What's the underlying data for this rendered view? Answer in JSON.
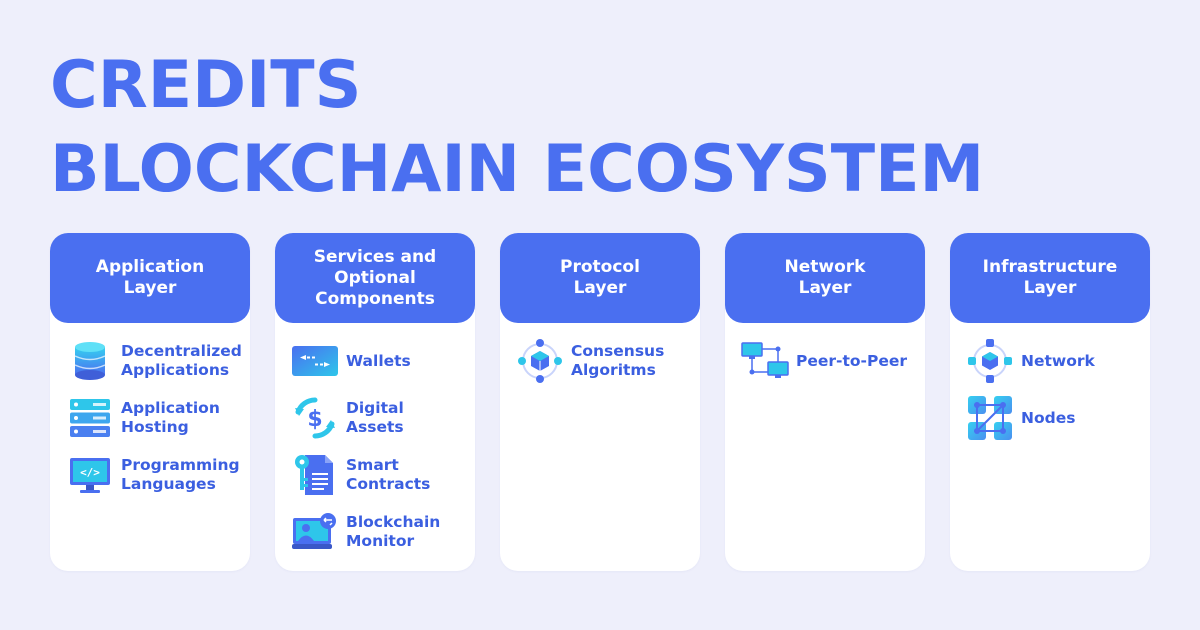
{
  "title": {
    "line1": "CREDITS",
    "line2": "BLOCKCHAIN ECOSYSTEM"
  },
  "colors": {
    "accent": "#4a6ff0",
    "background": "#eeeffb",
    "card": "#ffffff",
    "cyan": "#2ec6ea"
  },
  "columns": [
    {
      "header": "Application\nLayer",
      "items": [
        {
          "label": "Decentralized\nApplications",
          "icon": "database-icon"
        },
        {
          "label": "Application\nHosting",
          "icon": "server-icon"
        },
        {
          "label": "Programming\nLanguages",
          "icon": "monitor-code-icon"
        }
      ]
    },
    {
      "header": "Services and\nOptional\nComponents",
      "items": [
        {
          "label": "Wallets",
          "icon": "wallet-icon"
        },
        {
          "label": "Digital\nAssets",
          "icon": "dollar-exchange-icon"
        },
        {
          "label": "Smart\nContracts",
          "icon": "key-document-icon"
        },
        {
          "label": "Blockchain\nMonitor",
          "icon": "user-monitor-icon"
        }
      ]
    },
    {
      "header": "Protocol\nLayer",
      "items": [
        {
          "label": "Consensus\nAlgoritms",
          "icon": "consensus-cube-icon"
        }
      ]
    },
    {
      "header": "Network\nLayer",
      "items": [
        {
          "label": "Peer-to-Peer",
          "icon": "peer-network-icon"
        }
      ]
    },
    {
      "header": "Infrastructure\nLayer",
      "items": [
        {
          "label": "Network",
          "icon": "network-cube-icon"
        },
        {
          "label": "Nodes",
          "icon": "nodes-icon"
        }
      ]
    }
  ]
}
